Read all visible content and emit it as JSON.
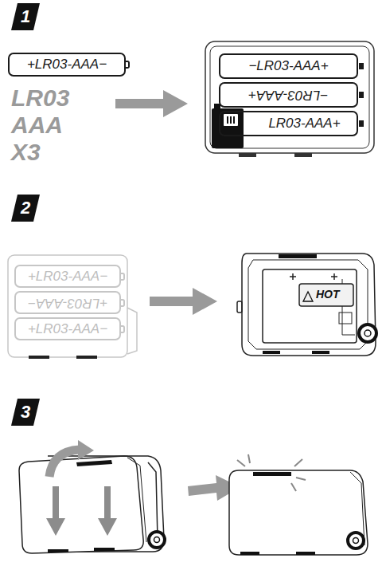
{
  "diagram": {
    "nodes": [
      {
        "text": [
          "1"
        ]
      },
      {
        "text": [
          "+LR03-AAA−"
        ]
      },
      {
        "text": [
          "−LR03-AAA+"
        ]
      },
      {
        "text": [
          "−LR03-AAA+"
        ]
      },
      {
        "text": [
          "LR03-AAA+"
        ]
      },
      {
        "text": [
          "2"
        ]
      },
      {
        "text": [
          "+LR03-AAA−"
        ]
      },
      {
        "text": [
          "+LR03-AAA−"
        ]
      },
      {
        "text": [
          "+LR03-AAA−"
        ]
      },
      {
        "text": [
          "3"
        ]
      }
    ],
    "labels": [
      "LR03",
      "AAA",
      "X3",
      "HOT"
    ]
  }
}
